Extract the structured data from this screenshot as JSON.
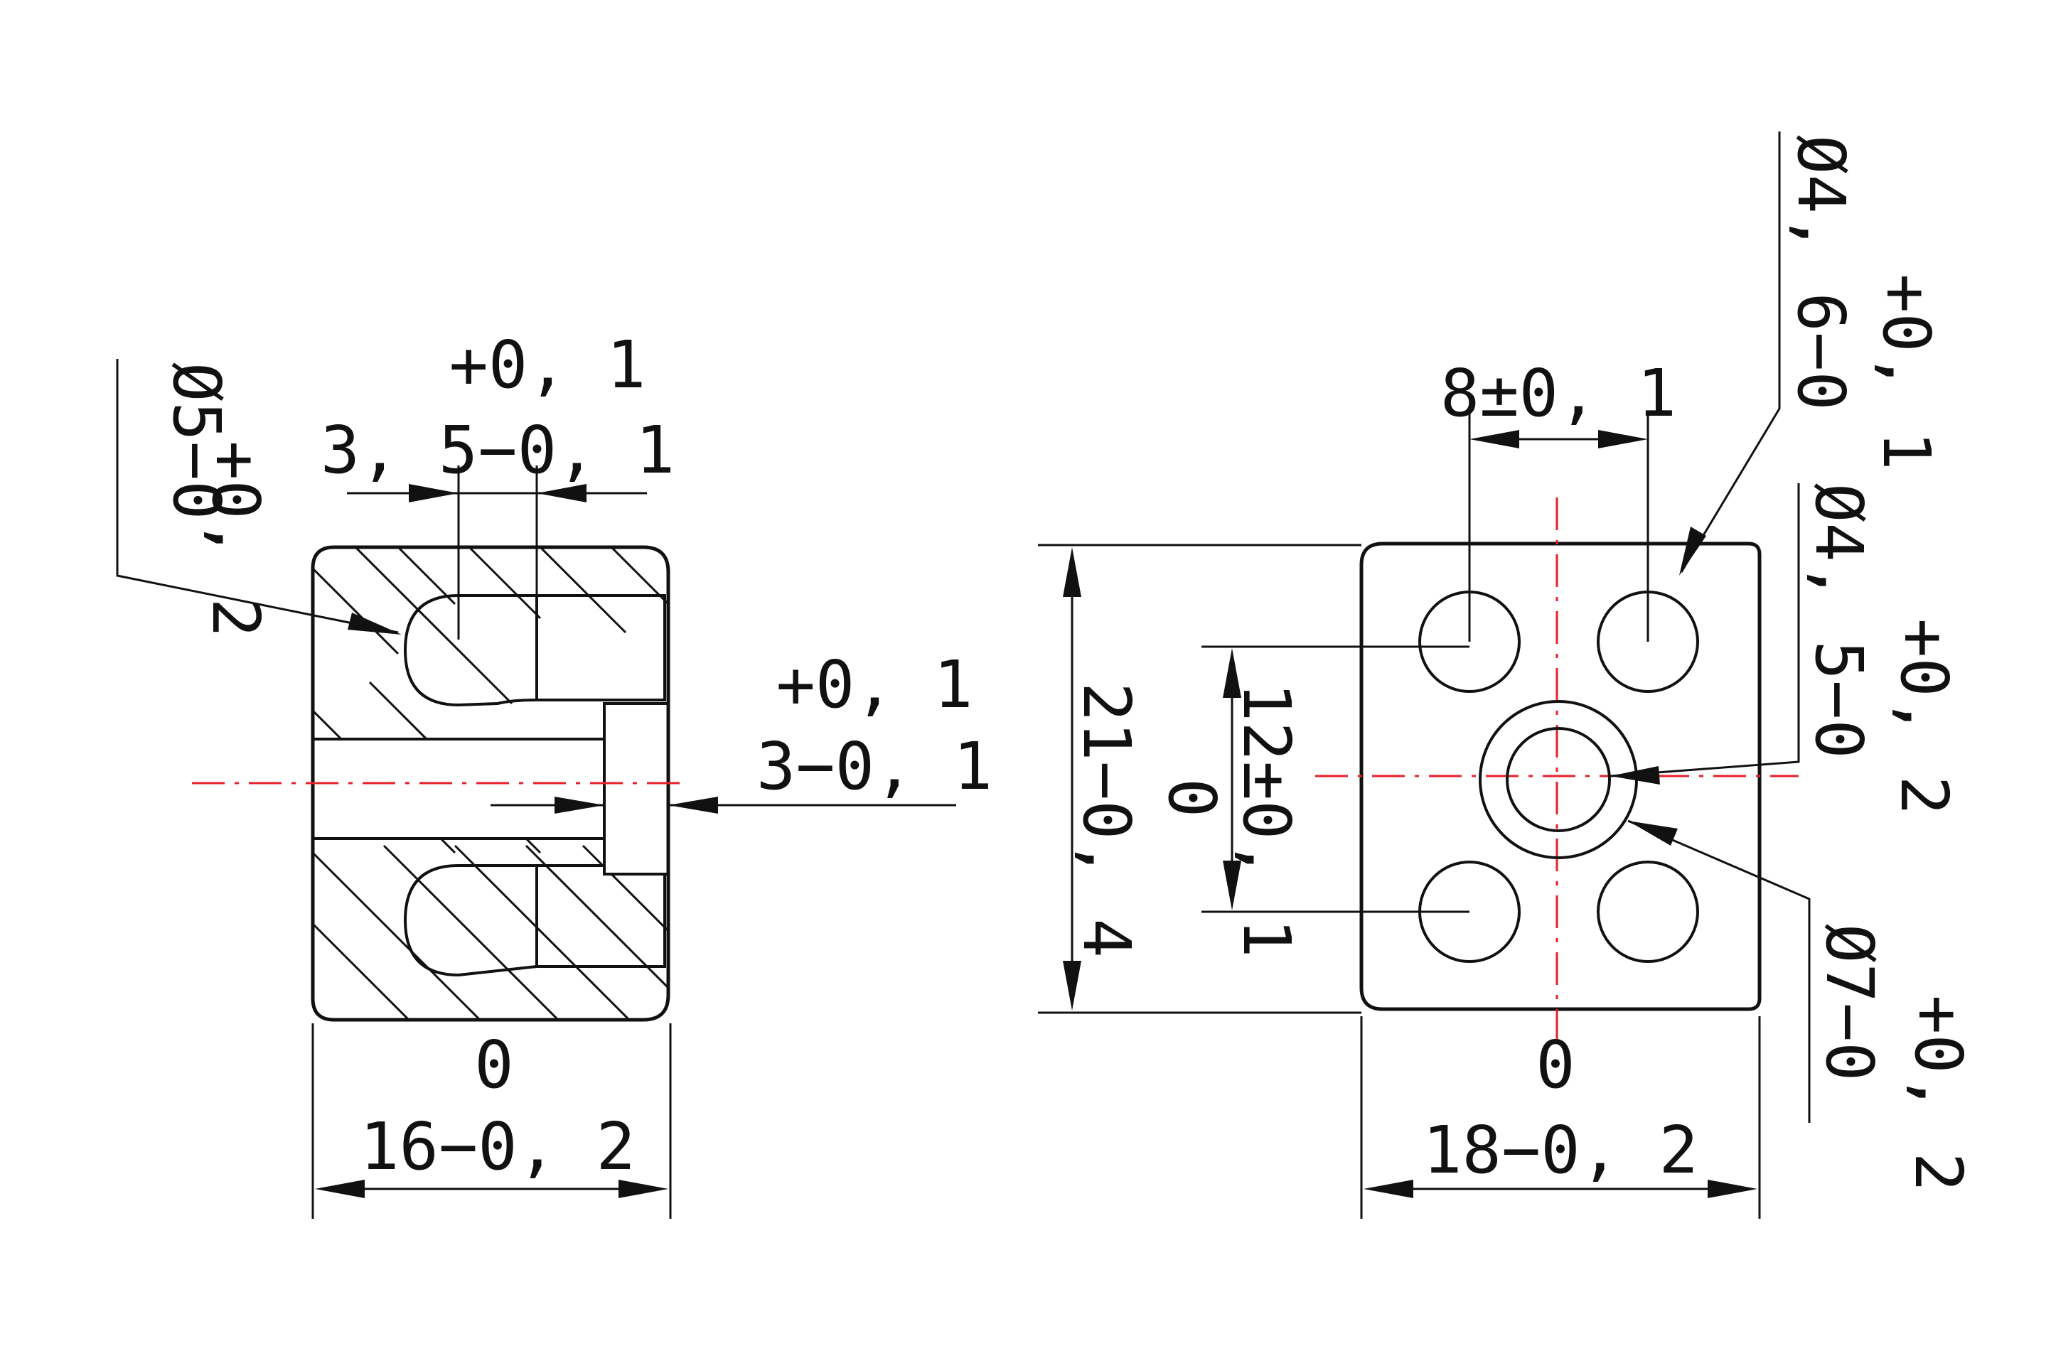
{
  "colors": {
    "ink": "#111111",
    "centerline": "#e8202a",
    "background": "#ffffff"
  },
  "views": {
    "section": {
      "hole_dia_tol": "+0, 2",
      "hole_dia": "Ø5−0",
      "hole_width_tol": "+0, 1",
      "hole_width": "3, 5−0, 1",
      "bore_tol": "+0, 1",
      "bore": "3−0, 1",
      "width_tol": "0",
      "width": "16−0, 2"
    },
    "top": {
      "pitch_x": "8±0, 1",
      "hole_a_dia": "Ø4, 6−0",
      "hole_a_tol": "+0, 1",
      "hole_b_dia": "Ø4, 5−0",
      "hole_b_tol": "+0, 2",
      "height": "21−0, 4",
      "height_tol": "0",
      "pitch_y": "12±0, 1",
      "center_dia": "Ø7−0",
      "center_tol": "+0, 2",
      "width_tol": "0",
      "width": "18−0, 2"
    }
  }
}
